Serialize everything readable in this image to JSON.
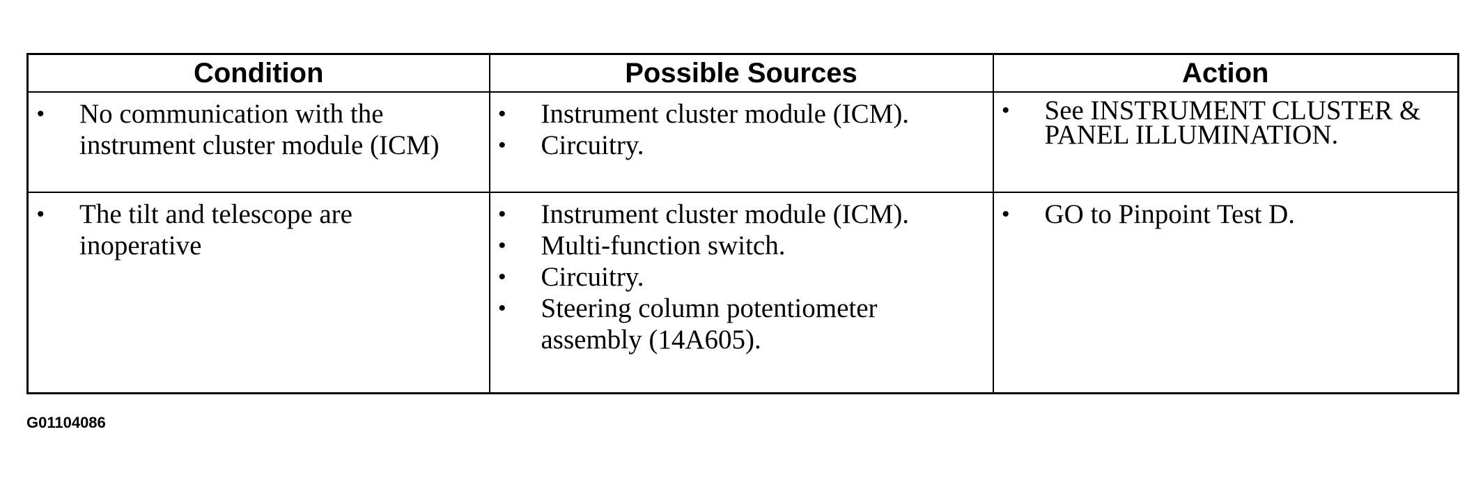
{
  "table": {
    "headers": {
      "condition": "Condition",
      "sources": "Possible Sources",
      "action": "Action"
    },
    "rows": [
      {
        "condition": [
          "No communication with the instrument cluster module (ICM)"
        ],
        "sources": [
          "Instrument cluster module (ICM).",
          "Circuitry."
        ],
        "action": [
          "See INSTRUMENT CLUSTER & PANEL ILLUMINATION."
        ]
      },
      {
        "condition": [
          "The tilt and telescope are inoperative"
        ],
        "sources": [
          "Instrument cluster module (ICM).",
          "Multi-function switch.",
          "Circuitry.",
          "Steering column potentiometer assembly (14A605)."
        ],
        "action": [
          "GO to Pinpoint Test D."
        ]
      }
    ]
  },
  "figure_id": "G01104086"
}
